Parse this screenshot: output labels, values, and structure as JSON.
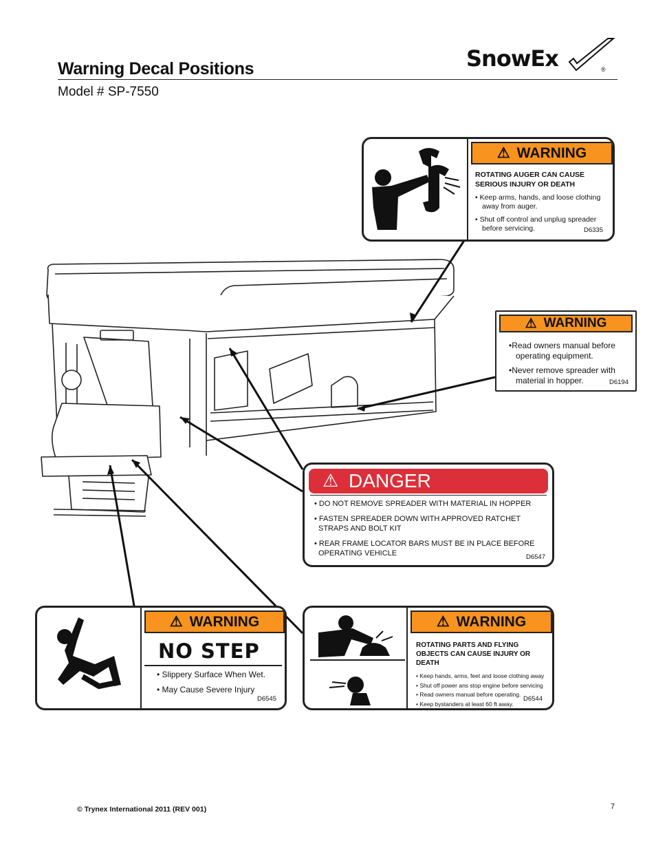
{
  "header": {
    "title": "Warning Decal Positions",
    "model": "Model # SP-7550",
    "logo_text": "SnowEx",
    "logo_mark": "®"
  },
  "decals": {
    "auger": {
      "header": "WARNING",
      "title": "ROTATING AUGER CAN CAUSE SERIOUS INJURY OR DEATH",
      "bullets": [
        "• Keep arms, hands, and loose clothing away from auger.",
        "• Shut off control and unplug spreader before servicing."
      ],
      "code": "D6335"
    },
    "manual": {
      "header": "WARNING",
      "bullets": [
        "•Read owners manual before operating equipment.",
        "•Never remove spreader with material in hopper."
      ],
      "code": "D6194"
    },
    "danger": {
      "header": "DANGER",
      "bullets": [
        "• DO NOT REMOVE SPREADER WITH MATERIAL IN HOPPER",
        "• FASTEN SPREADER DOWN WITH APPROVED RATCHET STRAPS AND BOLT KIT",
        "• REAR FRAME LOCATOR BARS MUST BE IN PLACE BEFORE OPERATING VEHICLE"
      ],
      "code": "D6547"
    },
    "nostep": {
      "header": "WARNING",
      "big_text": "NO STEP",
      "bullets": [
        "• Slippery Surface When Wet.",
        "• May Cause Severe Injury"
      ],
      "code": "D6545"
    },
    "rotating": {
      "header": "WARNING",
      "title": "ROTATING PARTS AND FLYING OBJECTS CAN CAUSE INJURY OR DEATH",
      "bullets": [
        "• Keep hands, arms, feet and loose clothing away",
        "• Shut off power ans stop engine before servicing",
        "• Read owners manual before operating.",
        "• Keep bystanders at least 60 ft away."
      ],
      "code": "D6544"
    }
  },
  "footer": {
    "copyright": "© Trynex International 2011  (REV 001)",
    "page_number": "7"
  },
  "colors": {
    "warning_orange": "#f7931e",
    "danger_red": "#dc2f3a",
    "line": "#222222"
  }
}
